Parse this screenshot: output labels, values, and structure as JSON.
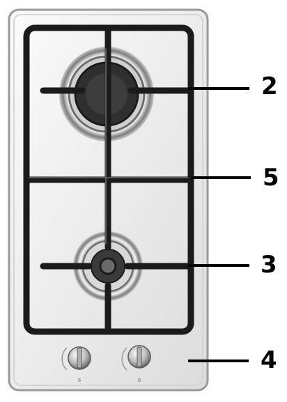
{
  "diagram": {
    "subject": "gas-hob-two-burner",
    "colors": {
      "steel_light": "#f2f2f2",
      "steel_mid": "#cfcfcf",
      "steel_dark": "#8a8a8a",
      "grate": "#1b1b1b",
      "burner_cap": "#3a3a3a",
      "callout": "#000000"
    },
    "callouts": [
      {
        "id": "large-burner",
        "label": "2"
      },
      {
        "id": "grate-support",
        "label": "5"
      },
      {
        "id": "small-burner",
        "label": "3"
      },
      {
        "id": "control-knobs",
        "label": "4"
      }
    ],
    "knobs": [
      {
        "id": "left-knob",
        "bottom_mark": "6"
      },
      {
        "id": "right-knob",
        "bottom_mark": "8"
      }
    ]
  }
}
